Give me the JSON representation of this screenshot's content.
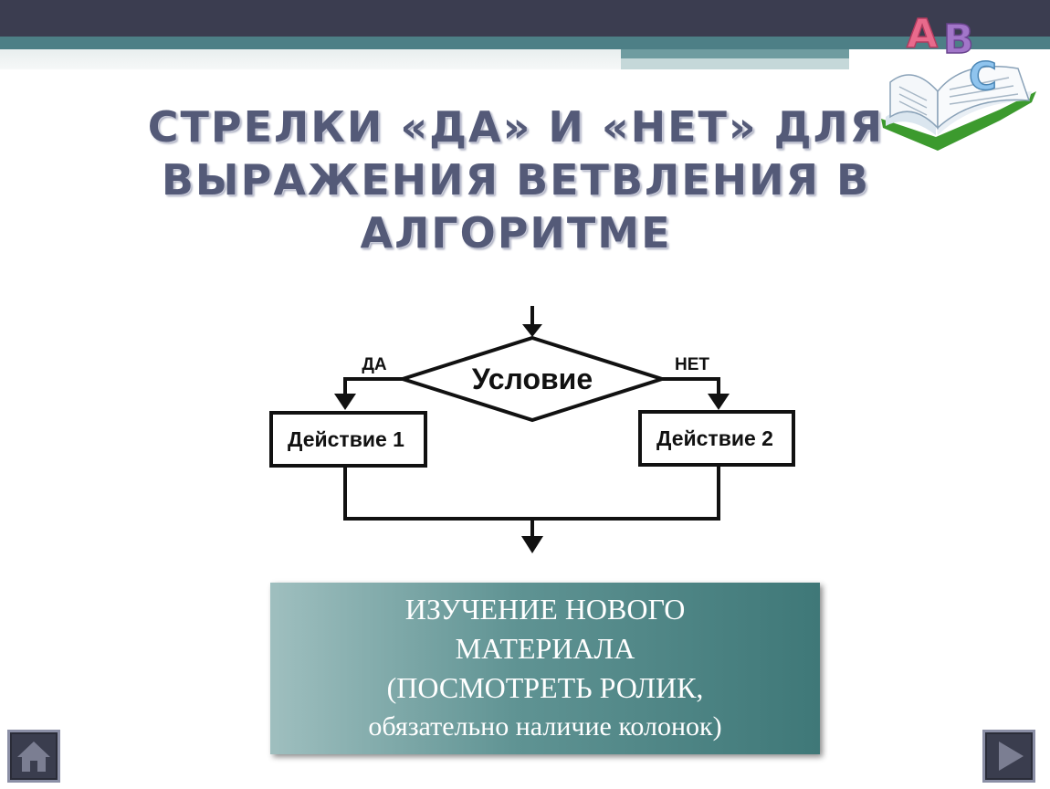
{
  "logo": {
    "letters": [
      "A",
      "B",
      "C"
    ]
  },
  "title": {
    "line1": "СТРЕЛКИ «ДА» И «НЕТ» ДЛЯ",
    "line2": "ВЫРАЖЕНИЯ ВЕТВЛЕНИЯ В АЛГОРИТМЕ"
  },
  "diagram": {
    "condition": "Условие",
    "yes_label": "ДА",
    "no_label": "НЕТ",
    "action1": "Действие 1",
    "action2": "Действие 2"
  },
  "info_box": {
    "line1": "ИЗУЧЕНИЕ НОВОГО",
    "line2": "МАТЕРИАЛА",
    "line3": "(ПОСМОТРЕТЬ РОЛИК,",
    "line4": "обязательно наличие колонок)"
  },
  "nav": {
    "home_icon": "home-icon",
    "next_icon": "play-arrow-icon"
  }
}
